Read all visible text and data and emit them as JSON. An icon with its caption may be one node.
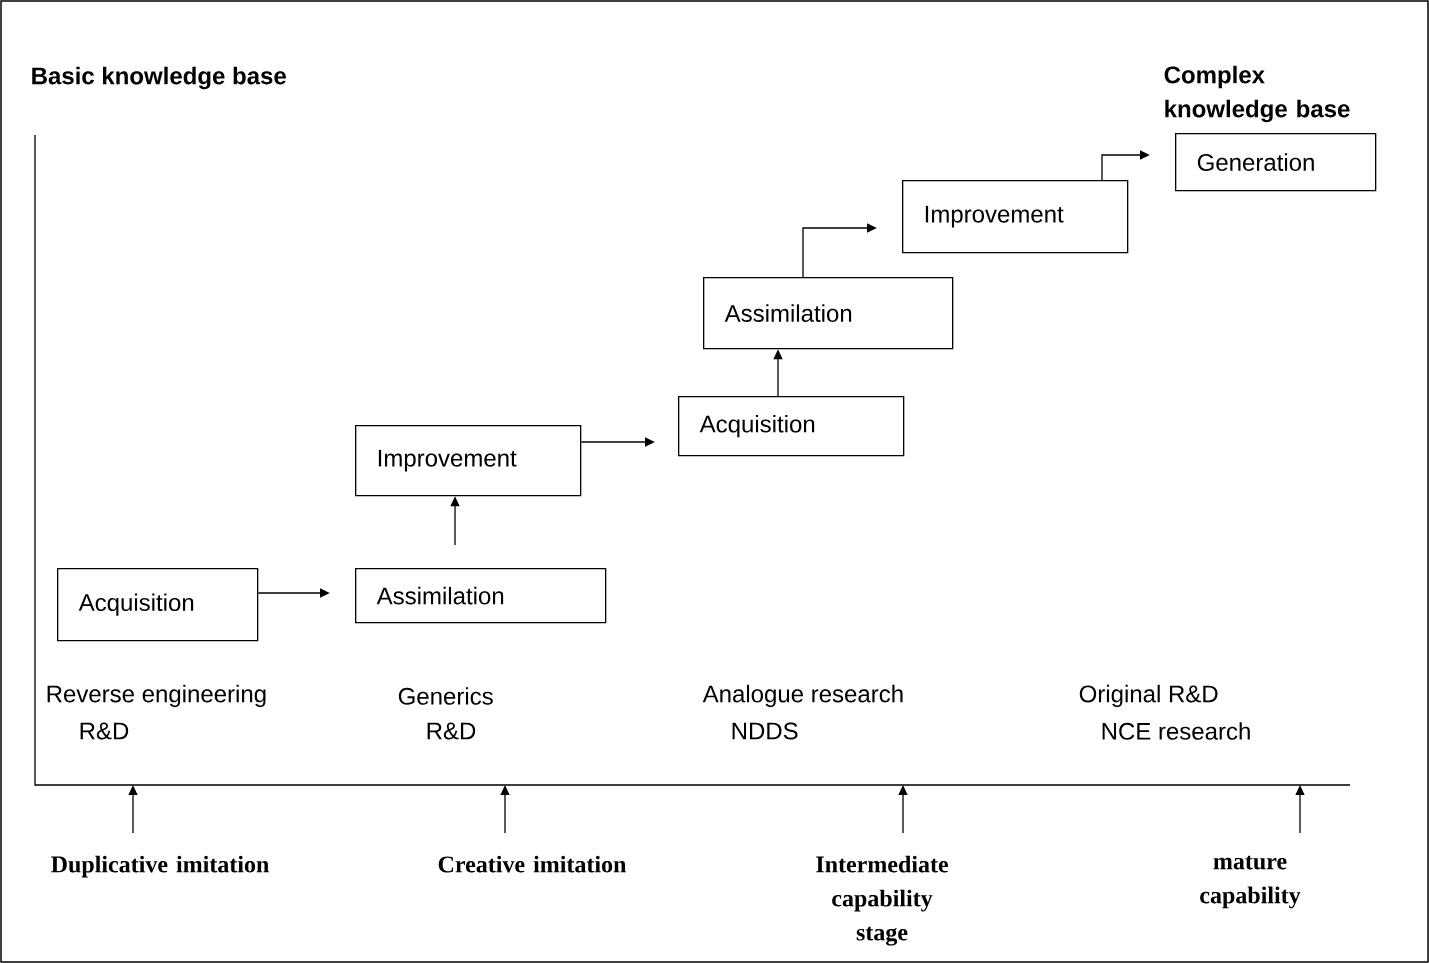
{
  "diagram": {
    "nodes": [
      {
        "text": [
          "Acquisition"
        ]
      },
      {
        "text": [
          "Assimilation"
        ]
      },
      {
        "text": [
          "Improvement"
        ]
      },
      {
        "text": [
          "Acquisition"
        ]
      },
      {
        "text": [
          "Assimilation"
        ]
      },
      {
        "text": [
          "Improvement"
        ]
      },
      {
        "text": [
          "Generation"
        ]
      },
      {
        "text": [
          "Duplicative imitation"
        ]
      },
      {
        "text": [
          "Creative imitation"
        ]
      },
      {
        "text": [
          "Intermediate capability stage"
        ]
      },
      {
        "text": [
          "mature capability"
        ]
      }
    ],
    "edges": [
      {
        "from": 0,
        "to": 1,
        "arrow": "to"
      },
      {
        "from": 1,
        "to": 2,
        "arrow": "to"
      },
      {
        "from": 2,
        "to": 3,
        "arrow": "to"
      },
      {
        "from": 3,
        "to": 4,
        "arrow": "to"
      },
      {
        "from": 4,
        "to": 5,
        "arrow": "to"
      },
      {
        "from": 5,
        "to": 6,
        "arrow": "to"
      },
      {
        "from": 7,
        "to": null,
        "arrow": "to"
      },
      {
        "from": 8,
        "to": null,
        "arrow": "to"
      },
      {
        "from": 9,
        "to": null,
        "arrow": "to"
      },
      {
        "from": 10,
        "to": null,
        "arrow": "to"
      }
    ],
    "labels": [
      "Basic knowledge base",
      "Complex knowledge base",
      "Reverse engineering",
      "R&D",
      "Generics",
      "R&D",
      "Analogue research",
      "NDDS",
      "Original R&D",
      "NCE research"
    ]
  }
}
